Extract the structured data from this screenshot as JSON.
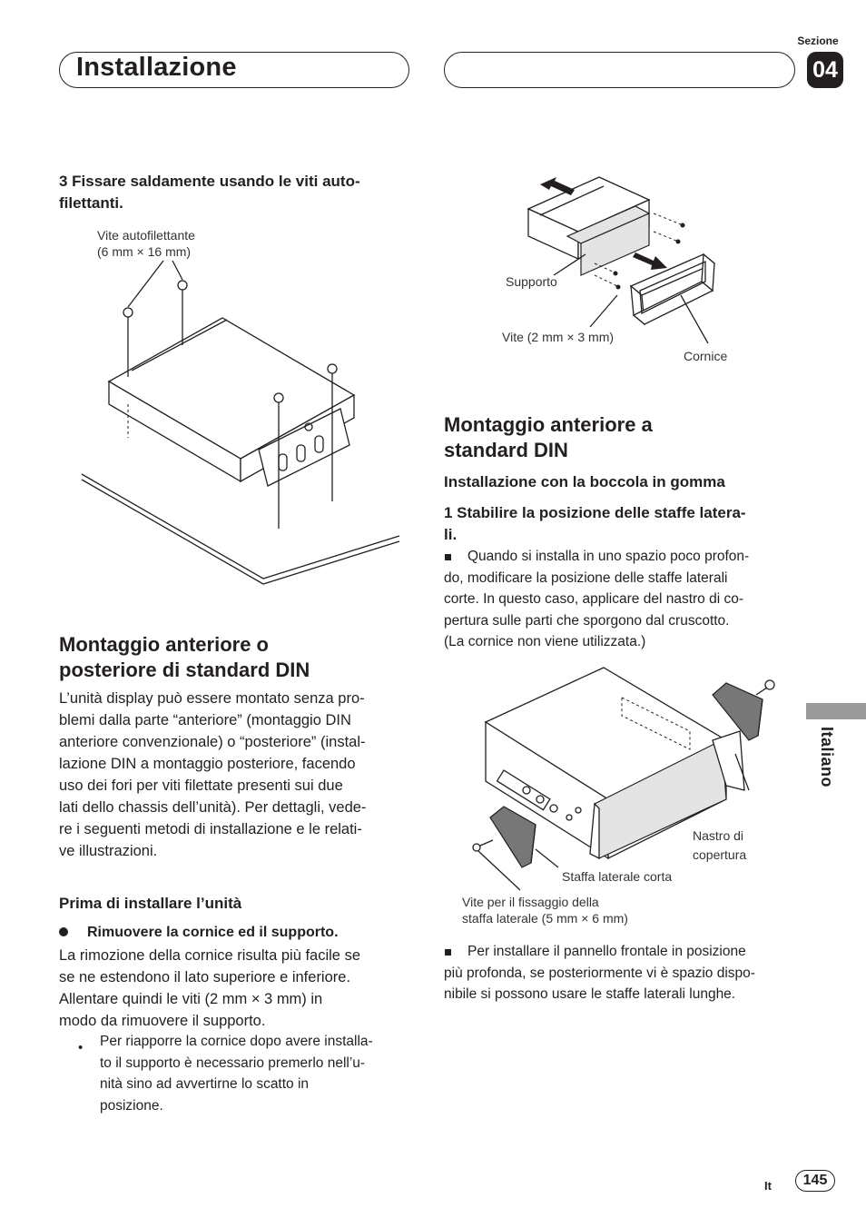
{
  "header": {
    "title": "Installazione",
    "section_label": "Sezione",
    "section_number": "04"
  },
  "sidebar": {
    "language": "Italiano"
  },
  "left": {
    "step3": "3    Fissare saldamente usando le viti auto-\nfilettanti.",
    "fig1_caption": "Vite autofilettante\n(6 mm × 16 mm)",
    "section_title": "Montaggio anteriore o\nposteriore di standard DIN",
    "intro_text": "L’unità display può essere montato senza pro-\nblemi dalla parte “anteriore” (montaggio DIN\nanteriore convenzionale) o “posteriore” (instal-\nlazione DIN a montaggio posteriore, facendo\nuso dei fori per viti filettate presenti sui due\nlati dello chassis dell’unità). Per dettagli, vede-\nre i seguenti metodi di installazione e le relati-\nve illustrazioni.",
    "subsection_title": "Prima di installare l’unità",
    "bullet_title": "Rimuovere la cornice ed il supporto.",
    "bullet_text": "La rimozione della cornice risulta più facile se\nse ne estendono il lato superiore e inferiore.\nAllentare quindi le viti (2 mm × 3 mm) in\nmodo da rimuovere il supporto.",
    "sub_bullet": "Per riapporre la cornice dopo avere installa-\nto il supporto è necessario premerlo nell’u-\nnità sino ad avvertirne lo scatto in\nposizione."
  },
  "right": {
    "fig2_supporto": "Supporto",
    "fig2_vite": "Vite (2 mm × 3 mm)",
    "fig2_cornice": "Cornice",
    "section_title": "Montaggio anteriore a\nstandard DIN",
    "subsection_title": "Installazione con la boccola in gomma",
    "step1": "1    Stabilire la posizione delle staffe latera-\nli.",
    "note1": "Quando si installa in uno spazio poco profon-\ndo, modificare la posizione delle staffe laterali\ncorte. In questo caso, applicare del nastro di co-\npertura sulle parti che sporgono dal cruscotto.\n(La cornice non viene utilizzata.)",
    "fig3_nastro": "Nastro di\ncopertura",
    "fig3_staffa": "Staffa laterale corta",
    "fig3_vite": "Vite per il fissaggio della\nstaffa laterale (5 mm × 6 mm)",
    "note2": "Per installare il pannello frontale in posizione\npiù profonda, se posteriormente vi è spazio dispo-\nnibile si possono usare le staffe laterali lunghe."
  },
  "footer": {
    "lang_code": "It",
    "page_number": "145"
  }
}
